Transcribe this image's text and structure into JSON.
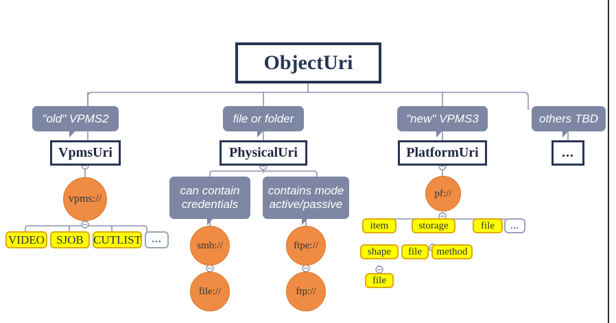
{
  "diagram": {
    "title": "ObjectUri",
    "type": "tree",
    "background": "#ffffff",
    "palette": {
      "root_border": "#273552",
      "class_border": "#273552",
      "note_fill": "#7d87a3",
      "note_text": "#ffffff",
      "ellipse_fill": "#f08b43",
      "leaf_fill": "#ffff00",
      "leaf_border": "#e0a800",
      "edge": "#8a93ab",
      "ghost_border": "#9aa3bb"
    },
    "root": {
      "label": "ObjectUri"
    },
    "notes": [
      {
        "id": "note-old-vpms2",
        "label": "\"old\" VPMS2"
      },
      {
        "id": "note-file-or-folder",
        "label": "file or folder"
      },
      {
        "id": "note-new-vpms3",
        "label": "\"new\" VPMS3"
      },
      {
        "id": "note-others-tbd",
        "label": "others TBD"
      },
      {
        "id": "note-credentials",
        "line1": "can contain",
        "line2": "credentials"
      },
      {
        "id": "note-mode",
        "line1": "contains mode",
        "line2": "active/passive"
      }
    ],
    "classes": [
      {
        "id": "class-vpmsuri",
        "label": "VpmsUri"
      },
      {
        "id": "class-physicaluri",
        "label": "PhysicalUri"
      },
      {
        "id": "class-platformuri",
        "label": "PlatformUri"
      },
      {
        "id": "class-others",
        "label": "..."
      }
    ],
    "schemes": [
      {
        "id": "scheme-vpms",
        "label": "vpms://"
      },
      {
        "id": "scheme-smb",
        "label": "smb://"
      },
      {
        "id": "scheme-file-smb",
        "label": "file://"
      },
      {
        "id": "scheme-ftpe",
        "label": "ftpe://"
      },
      {
        "id": "scheme-ftp",
        "label": "ftp://"
      },
      {
        "id": "scheme-pf",
        "label": "pf://"
      }
    ],
    "vpms_children": [
      {
        "id": "leaf-video",
        "label": "VIDEO"
      },
      {
        "id": "leaf-sjob",
        "label": "SJOB"
      },
      {
        "id": "leaf-cutlist",
        "label": "CUTLIST"
      },
      {
        "id": "leaf-vpms-more",
        "label": "..."
      }
    ],
    "pf_children": [
      {
        "id": "leaf-item",
        "label": "item"
      },
      {
        "id": "leaf-storage",
        "label": "storage"
      },
      {
        "id": "leaf-file-top",
        "label": "file"
      },
      {
        "id": "leaf-pf-more",
        "label": "..."
      }
    ],
    "item_children": [
      {
        "id": "leaf-shape",
        "label": "shape"
      }
    ],
    "shape_children": [
      {
        "id": "leaf-file-under-shape",
        "label": "file"
      }
    ],
    "storage_children": [
      {
        "id": "leaf-file-under-storage",
        "label": "file"
      },
      {
        "id": "leaf-method",
        "label": "method"
      }
    ],
    "collapse_toggles": 8
  }
}
